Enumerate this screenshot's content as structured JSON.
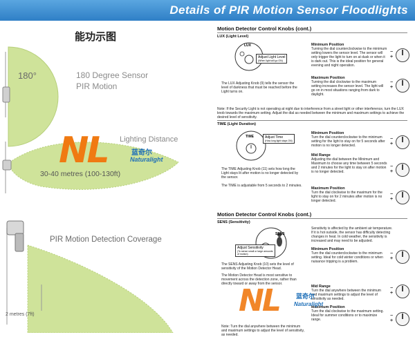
{
  "header": {
    "title": "Details of PIR Motion Sensor Floodlights"
  },
  "left_panel": {
    "cn_title": "能功示图",
    "angle_label": "180°",
    "degree_line1": "180 Degree Sensor",
    "degree_line2": "PIR Motion",
    "lighting_distance": "Lighting Distance",
    "distance": "30-40 metres (100-130ft)",
    "coverage": "PIR Motion Detection Coverage",
    "height": "2 metres (7ft)"
  },
  "logo": {
    "mark": "NL",
    "cn": "蓝奇尔",
    "en": "Naturalight"
  },
  "right_panel": {
    "section1_title": "Motion Detector Control Knobs (cont.)",
    "lux_sub": "LUX (Light Level)",
    "lux_dial_label": "LUX",
    "lux_knob_label": "Adjust Light Level",
    "lux_knob_sub": "(When light will go ON)",
    "lux_desc": "The LUX Adjusting Knob (9) tells the sensor the level of darkness that must be reached before the Light turns on.",
    "lux_min_title": "Minimum Position",
    "lux_min_text": "Turning the dial counterclockwise to the minimum setting lowers the sensor level. The sensor will only trigger the light to turn on at dusk or when it is dark out. This is the ideal position for general evening and night operation.",
    "lux_max_title": "Maximum Position",
    "lux_max_text": "Turning the dial clockwise to the maximum setting increases the sensor level. The light will go on in most situations ranging from dark to daylight.",
    "note1": "Note: If the Security Light is not operating at night due to interference from a street light or other interference, turn the LUX knob towards the maximum setting. Adjust the dial as needed between the minimum and maximum settings to achieve the desired level of sensitivity.",
    "time_sub": "TIME (Light Duration)",
    "time_dial_label": "TIME",
    "time_knob_label": "Adjust Time",
    "time_knob_sub": "(How long light stays ON)",
    "time_desc": "The TIME Adjusting Knob (11) sets how long the Light stays lit after motion is no longer detected by the sensor.",
    "time_desc2": "The TIME is adjustable from 5 seconds to 2 minutes.",
    "time_min_title": "Minimum Position",
    "time_min_text": "Turn the dial counterclockwise to the minimum setting for the light to stay on for 5 seconds after motion is no longer detected.",
    "time_mid_title": "Mid Range",
    "time_mid_text": "Adjusting the dial between the Minimum and Maximum to choose any time between 5 seconds and 2 minutes for the light to stay on after motion is no longer detected.",
    "time_max_title": "Maximum Position",
    "time_max_text": "Turn the dial clockwise to the maximum for the light to stay on for 2 minutes after motion is no longer detected.",
    "section2_title": "Motion Detector Control Knobs (cont.)",
    "sens_sub": "SENS (Sensitivity)",
    "sens_dial_label": "SENS",
    "sens_knob_label": "Adjust Sensitivity",
    "sens_knob_sub": "(To sense small or large amounts of motion)",
    "sens_desc": "The SENS Adjusting Knob (10) sets the level of sensitivity of the Motion Detector Head.",
    "sens_desc2": "The Motion Detector Head is most sensitive to movement across the detection zone, rather than directly toward or away from the sensor.",
    "sens_intro": "Sensitivity is affected by the ambient air temperature. If it is hot outside, the sensor has difficulty detecting changes in heat. In cold weather, the sensitivity is increased and may need to be adjusted.",
    "sens_min_title": "Minimum Position",
    "sens_min_text": "Turn the dial counterclockwise to the minimum setting. Ideal for cold winter conditions or when nuisance tripping is a problem.",
    "sens_mid_title": "Mid Range",
    "sens_mid_text": "Turn the dial anywhere between the minimum and maximum settings to adjust the level of sensitivity as needed.",
    "sens_max_title": "Maximum Position",
    "sens_max_text": "Turn the dial clockwise to the maximum setting. Ideal for summer conditions or to maximize range.",
    "note2": "Note: Turn the dial anywhere between the minimum and maximum settings to adjust the level of sensitivity, as needed."
  }
}
